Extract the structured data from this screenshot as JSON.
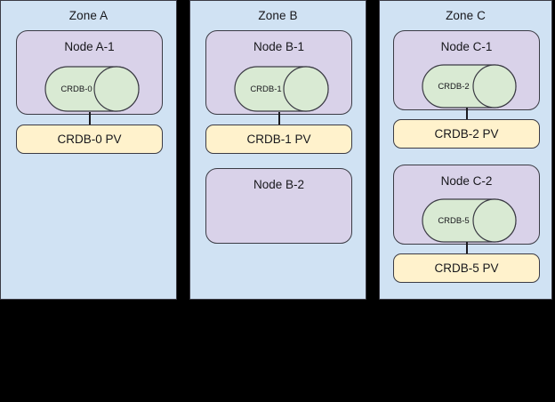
{
  "diagram": {
    "background_color": "#000000",
    "zone_fill": "#d0e2f3",
    "node_fill": "#d9d2e9",
    "pv_fill": "#fff2cc",
    "cylinder_fill": "#d9ead3",
    "stroke_color": "#3b3b44"
  },
  "zones": [
    {
      "title": "Zone A",
      "nodes": [
        {
          "title": "Node A-1",
          "cylinder": "CRDB-0",
          "pv": "CRDB-0 PV"
        }
      ]
    },
    {
      "title": "Zone B",
      "nodes": [
        {
          "title": "Node B-1",
          "cylinder": "CRDB-1",
          "pv": "CRDB-1 PV"
        },
        {
          "title": "Node B-2",
          "cylinder": null,
          "pv": null
        }
      ]
    },
    {
      "title": "Zone C",
      "nodes": [
        {
          "title": "Node C-1",
          "cylinder": "CRDB-2",
          "pv": "CRDB-2 PV"
        },
        {
          "title": "Node C-2",
          "cylinder": "CRDB-5",
          "pv": "CRDB-5 PV"
        }
      ]
    }
  ]
}
